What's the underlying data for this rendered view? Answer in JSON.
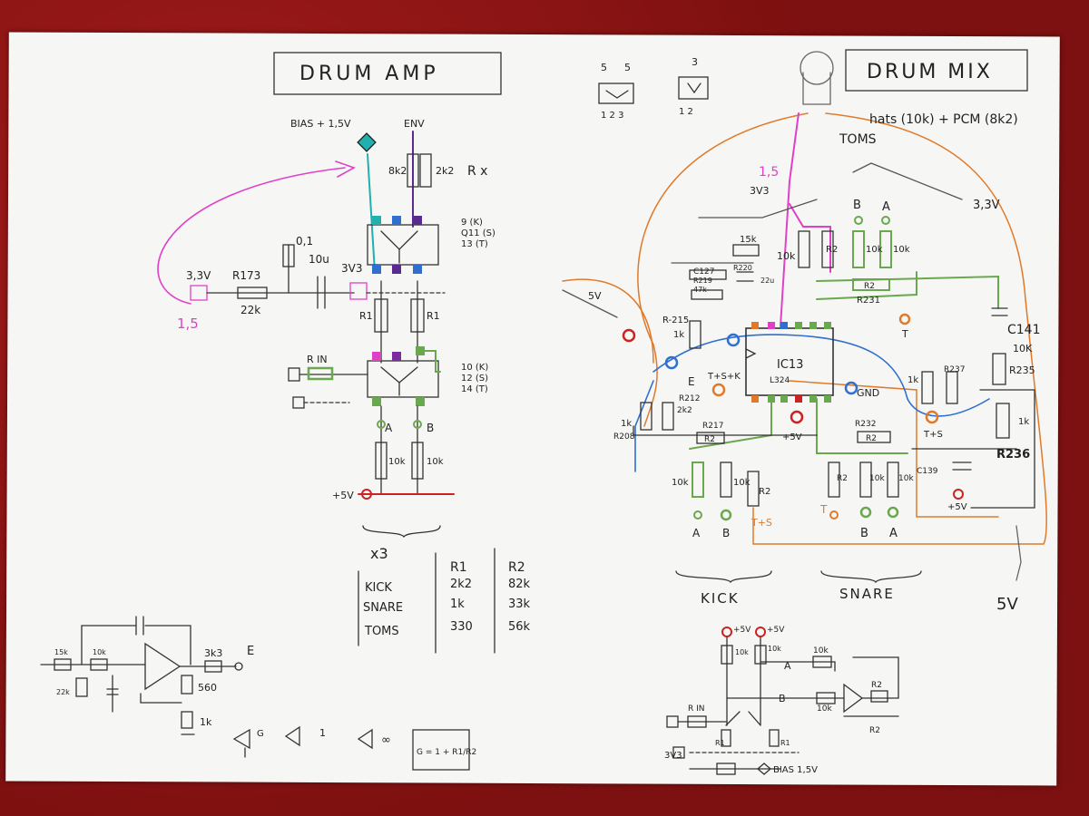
{
  "colors": {
    "carpet": "#8e1616",
    "paper": "#f6f6f4",
    "ink": "#222222",
    "green": "#6aa84f",
    "purple": "#7a2ca0",
    "blue": "#2f6fcf",
    "orange": "#e07a2a",
    "magenta": "#e040c8",
    "teal": "#20b0b0",
    "red": "#cc2222"
  },
  "drum_amp": {
    "title": "DRUM AMP",
    "bias_label": "BIAS + 1,5V",
    "env_label": "ENV",
    "rx_label": "R x",
    "r_8k2": "8k2",
    "r_2k2": "2k2",
    "q_top": [
      "9 (K)",
      "Q11 (S)",
      "13 (T)"
    ],
    "supply_3v3_left": "3,3V",
    "supply_3v3_mid": "3V3",
    "r173": "R173",
    "r173_val": "22k",
    "c01": "0,1",
    "c10u": "10u",
    "annotation_15": "1,5",
    "r1_left": "R1",
    "r1_right": "R1",
    "rin": "R IN",
    "q_bottom": [
      "10 (K)",
      "12 (S)",
      "14 (T)"
    ],
    "node_a": "A",
    "node_b": "B",
    "r_10k_a": "10k",
    "r_10k_b": "10k",
    "plus5v": "+5V",
    "x3": "x3"
  },
  "resistor_table": {
    "headers": [
      "",
      "R1",
      "R2"
    ],
    "rows": [
      [
        "KICK",
        "2k2",
        "82k"
      ],
      [
        "SNARE",
        "1k",
        "33k"
      ],
      [
        "TOMS",
        "330",
        "56k"
      ]
    ]
  },
  "filter_sketch": {
    "r_in": "15k",
    "r_mid": "10k",
    "r_gnd": "22k",
    "r_out": "3k3",
    "r_fb": "560",
    "r_low": "1k",
    "out_label": "E"
  },
  "gain_notes": {
    "g1": "G",
    "g2": "1",
    "g3": "∞",
    "formula": "G = 1 + R1/R2"
  },
  "drum_mix": {
    "title": "DRUM MIX",
    "pkg_left": [
      "5",
      "5"
    ],
    "pkg_left_pins": "1 2 3",
    "pkg_right_top": "3",
    "pkg_right_pins": "1   2",
    "hats_label": "hats (10k) + PCM (8k2)",
    "toms_label": "TOMS",
    "v33": "3,3V",
    "v15": "1,5",
    "v3v3": "3V3",
    "node_b": "B",
    "node_a": "A",
    "r10k_1": "10k",
    "r10k_2": "10k",
    "r10k_3": "10k",
    "r2_top": "R2",
    "r15k": "15k",
    "c127": "C127",
    "r219": "R219",
    "r219_val": "47k",
    "r220": "R220",
    "r_22u": "22u",
    "r231": "R231",
    "r231_val": "R2",
    "t_top": "T",
    "c141": "C141",
    "r235_val": "10K",
    "r235": "R235",
    "left_5v": "5V",
    "r215": "R-215",
    "r215_val": "1k",
    "ic": "IC13",
    "ic_part": "L324",
    "e_label": "E",
    "tsk": "T+S+K",
    "r212": "R212",
    "r212_val": "2k2",
    "gnd": "GND",
    "r237_a": "1k",
    "r237": "R237",
    "r236": "R236",
    "r236_val": "1k",
    "r208_val": "1k",
    "r208": "R208",
    "r217": "R217",
    "r217_val": "R2",
    "plus5v_mid": "+5V",
    "r232": "R232",
    "r232_val": "R2",
    "ts": "T+S",
    "c139": "C139",
    "plus5v_right": "+5V",
    "kick_r": [
      "10k",
      "10k",
      "R2"
    ],
    "snare_r": [
      "R2",
      "10k",
      "10k"
    ],
    "kick_nodes": [
      "A",
      "B",
      "T+S"
    ],
    "snare_nodes": [
      "T",
      "B",
      "A"
    ],
    "kick_label": "KICK",
    "snare_label": "SNARE",
    "right_5v": "5V"
  },
  "bottom_sketch": {
    "v5a": "+5V",
    "v5b": "+5V",
    "r10k_a": "10k",
    "r10k_b": "10k",
    "r10k_c": "10k",
    "r10k_d": "10k",
    "r2_a": "R2",
    "r2_b": "R2",
    "rin": "R IN",
    "r1_a": "R1",
    "r1_b": "R1",
    "v3v3": "3V3",
    "bias": "BIAS 1,5V",
    "node_a": "A",
    "node_b": "B"
  }
}
